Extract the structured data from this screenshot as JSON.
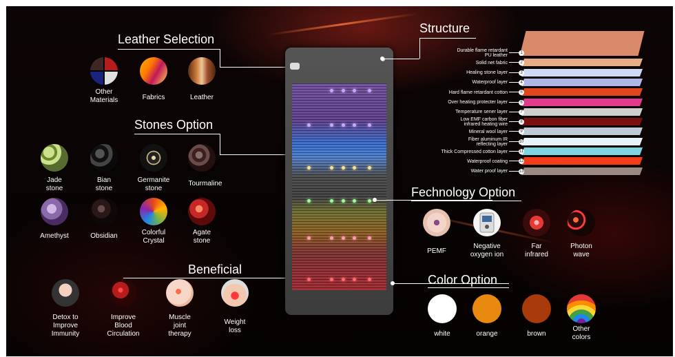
{
  "sections": {
    "leather": {
      "title": "Leather Selection",
      "items": [
        {
          "label": "Other\nMaterials",
          "icon": "leather-swatch-grid-icon"
        },
        {
          "label": "Fabrics",
          "icon": "fabric-swatch-icon"
        },
        {
          "label": "Leather",
          "icon": "leather-swatch-icon"
        }
      ]
    },
    "stones": {
      "title": "Stones Option",
      "items": [
        {
          "label": "Jade\nstone",
          "icon": "jade-stone-icon"
        },
        {
          "label": "Bian\nstone",
          "icon": "bian-stone-icon"
        },
        {
          "label": "Germanite\nstone",
          "icon": "germanite-stone-icon"
        },
        {
          "label": "Tourmaline",
          "icon": "tourmaline-icon"
        },
        {
          "label": "Amethyst",
          "icon": "amethyst-icon"
        },
        {
          "label": "Obsidian",
          "icon": "obsidian-icon"
        },
        {
          "label": "Colorful\nCrystal",
          "icon": "colorful-crystal-icon"
        },
        {
          "label": "Agate\nstone",
          "icon": "agate-stone-icon"
        }
      ]
    },
    "beneficial": {
      "title": "Beneficial",
      "items": [
        {
          "label": "Detox to\nImprove\nImmunity",
          "icon": "detox-icon"
        },
        {
          "label": "Improve\nBlood\nCirculation",
          "icon": "blood-circulation-icon"
        },
        {
          "label": "Muscle\njoint\ntherapy",
          "icon": "muscle-joint-icon"
        },
        {
          "label": "Weight\nloss",
          "icon": "weight-loss-icon"
        }
      ]
    },
    "technology": {
      "title": "Fechnology Option",
      "items": [
        {
          "label": "PEMF",
          "icon": "pemf-icon"
        },
        {
          "label": "Negative\noxygen ion",
          "icon": "negative-ion-device-icon"
        },
        {
          "label": "Far\ninfrared",
          "icon": "far-infrared-icon"
        },
        {
          "label": "Photon\nwave",
          "icon": "photon-wave-icon"
        }
      ]
    },
    "color": {
      "title": "Color Option",
      "items": [
        {
          "label": "white",
          "swatch": "#ffffff"
        },
        {
          "label": "orange",
          "swatch": "#e88a10"
        },
        {
          "label": "brown",
          "swatch": "#a83a0c"
        },
        {
          "label": "Other\ncolors",
          "swatch": "rainbow"
        }
      ]
    },
    "structure": {
      "title": "Structure",
      "layers": [
        {
          "n": "1",
          "label": "Durable flame retardant\nPU leather",
          "color": "#d98a6a"
        },
        {
          "n": "2",
          "label": "Solid net fabric",
          "color": "#e6ad85"
        },
        {
          "n": "3",
          "label": "Healing stone layer",
          "color": "#cfd9f3"
        },
        {
          "n": "4",
          "label": "Waterproof layer",
          "color": "#aeb8e6"
        },
        {
          "n": "5",
          "label": "Hard flame retardant cotton",
          "color": "#e1461e"
        },
        {
          "n": "6",
          "label": "Over heating protecter layer",
          "color": "#e33a8c"
        },
        {
          "n": "7",
          "label": "Temperature sener layer",
          "color": "#cfcfcf"
        },
        {
          "n": "8",
          "label": "Low EMF carbon fiber\ninfrared heating wire",
          "color": "#7a1010"
        },
        {
          "n": "9",
          "label": "Mineral wool layer",
          "color": "#bfcad6"
        },
        {
          "n": "10",
          "label": "Fiber aluminum IR\nreflecting layer",
          "color": "#e9f2f8"
        },
        {
          "n": "11",
          "label": "Thick Compressed cotton layer",
          "color": "#7fd4e2"
        },
        {
          "n": "12",
          "label": "Waterproof coating",
          "color": "#f23c1a"
        },
        {
          "n": "13",
          "label": "Water proof layer",
          "color": "#9a8a82"
        }
      ]
    }
  },
  "colors": {
    "accent_line": "#ffffff",
    "background": "#080303"
  }
}
